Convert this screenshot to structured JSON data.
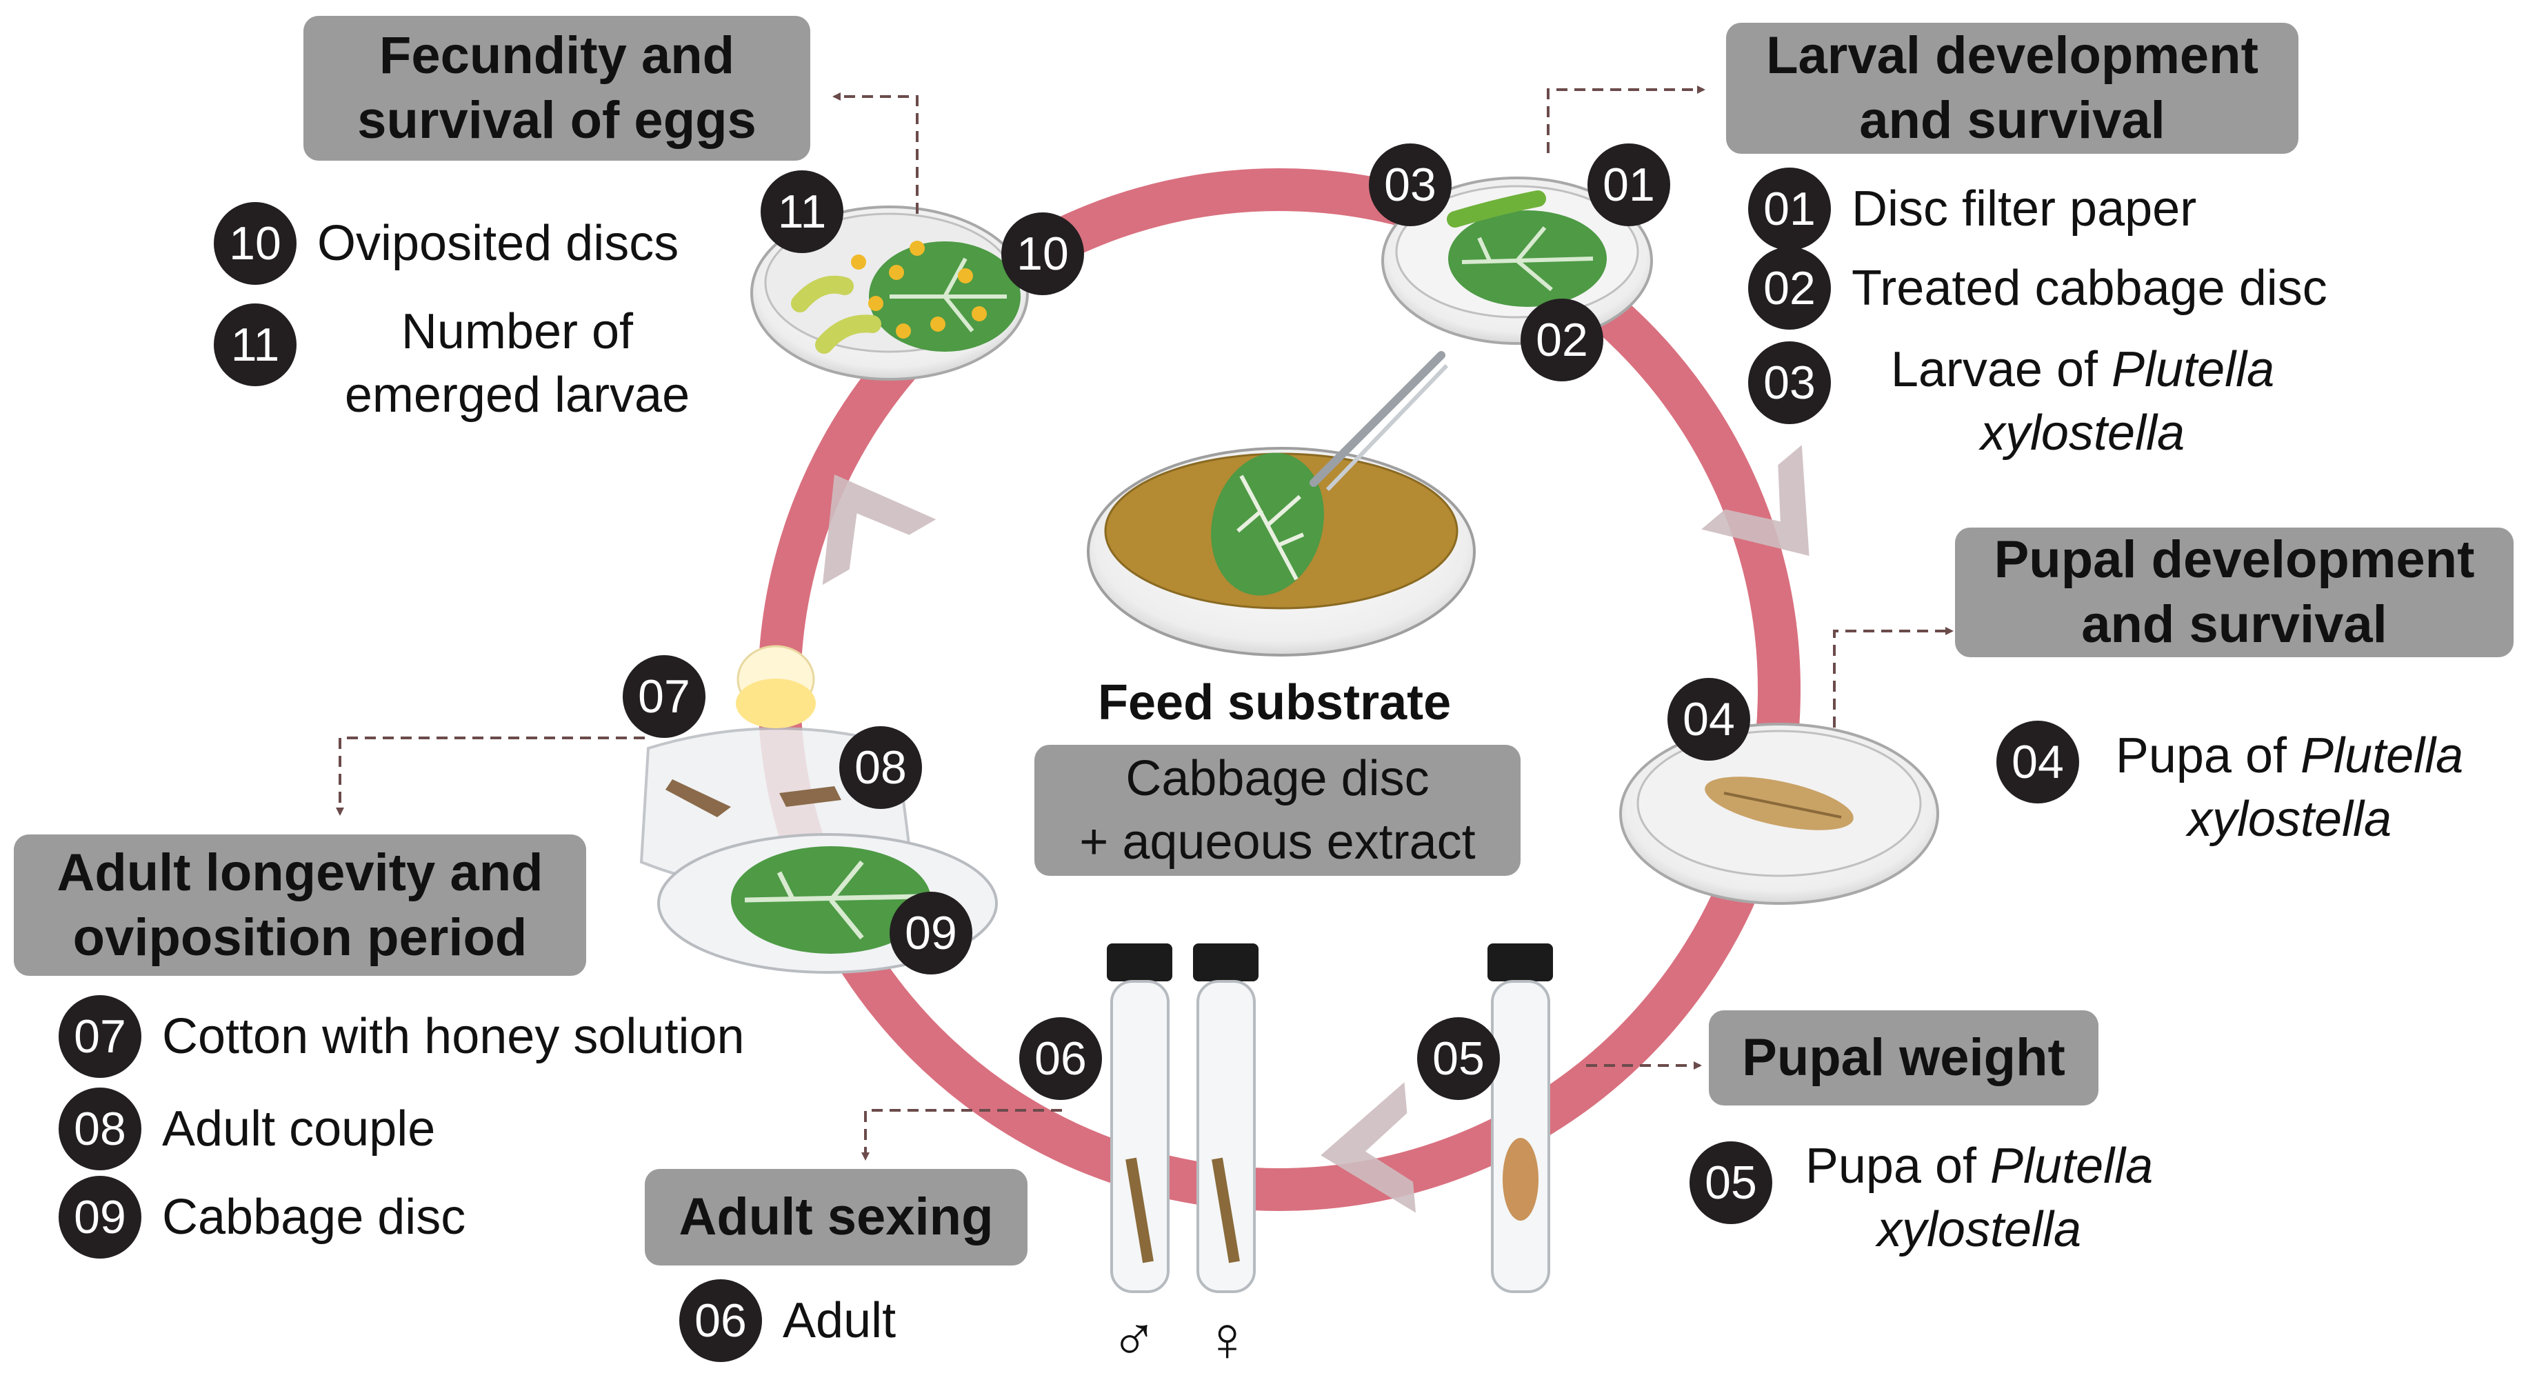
{
  "feed": {
    "title": "Feed substrate",
    "line1": "Cabbage disc",
    "line2": "+ aqueous extract"
  },
  "larval": {
    "title1": "Larval development",
    "title2": "and survival",
    "items": [
      {
        "badge": "01",
        "label": "Disc filter paper"
      },
      {
        "badge": "02",
        "label": "Treated cabbage disc"
      },
      {
        "badge": "03",
        "label_a": "Larvae of ",
        "label_b": "Plutella",
        "label_c": "xylostella"
      }
    ]
  },
  "pupal": {
    "title1": "Pupal development",
    "title2": "and survival",
    "item": {
      "badge": "04",
      "label_a": "Pupa of ",
      "label_b": "Plutella",
      "label_c": "xylostella"
    }
  },
  "weight": {
    "title": "Pupal weight",
    "item": {
      "badge": "05",
      "label_a": "Pupa of ",
      "label_b": "Plutella",
      "label_c": "xylostella"
    }
  },
  "sexing": {
    "title": "Adult sexing",
    "item": {
      "badge": "06",
      "label": "Adult"
    },
    "male_symbol": "♂",
    "female_symbol": "♀"
  },
  "longevity": {
    "title1": "Adult longevity and",
    "title2": "oviposition period",
    "items": [
      {
        "badge": "07",
        "label": "Cotton with honey solution"
      },
      {
        "badge": "08",
        "label": "Adult couple"
      },
      {
        "badge": "09",
        "label": "Cabbage disc"
      }
    ]
  },
  "fecundity": {
    "title1": "Fecundity and",
    "title2": "survival of eggs",
    "items": [
      {
        "badge": "10",
        "label": "Oviposited discs"
      },
      {
        "badge": "11",
        "label1": "Number of",
        "label2": "emerged larvae"
      }
    ]
  },
  "image_badges": {
    "b01": "01",
    "b02": "02",
    "b03": "03",
    "b04": "04",
    "b05": "05",
    "b06": "06",
    "b07": "07",
    "b08": "08",
    "b09": "09",
    "b10": "10",
    "b11": "11"
  },
  "colors": {
    "cycle": "#d9707f",
    "label_box": "#9a9b9a",
    "badge": "#231f20",
    "arrow_chevron": "#cdbcc0",
    "extract": "#b48a33",
    "leaf": "#4e9a45"
  }
}
